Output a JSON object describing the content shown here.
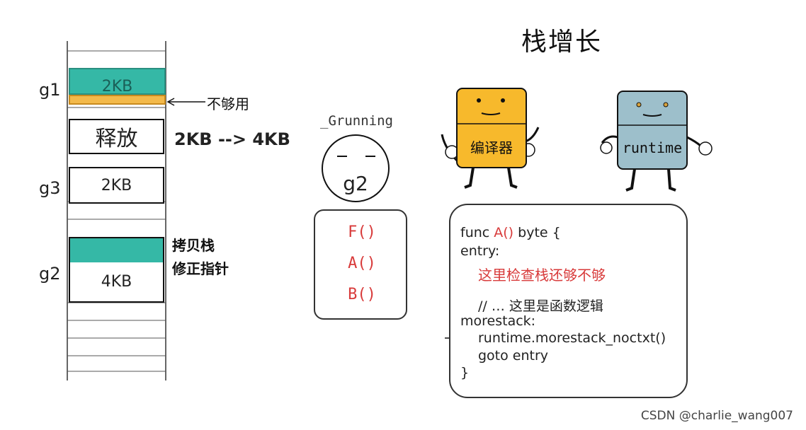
{
  "title": "栈增长",
  "stack": {
    "g1_label": "g1",
    "g1_block": "2KB",
    "insufficient_note": "不够用",
    "release_block": "释放",
    "grow_note": "2KB --> 4KB",
    "g3_label": "g3",
    "g3_block": "2KB",
    "g2_label": "g2",
    "g2_block": "4KB",
    "copy_note_line1": "拷贝栈",
    "copy_note_line2": "修正指针"
  },
  "goroutine": {
    "status": "_Grunning",
    "face_eyes": "–  –",
    "name": "g2",
    "frames": [
      "F()",
      "A()",
      "B()"
    ]
  },
  "characters": {
    "compiler_label": "编译器",
    "runtime_label": "runtime"
  },
  "code": {
    "line1_func": "func ",
    "line1_name": "A()",
    "line1_rest": " byte {",
    "line2": "entry:",
    "line3": "这里检查栈还够不够",
    "line4": "// … 这里是函数逻辑",
    "line5": "morestack:",
    "line6": "runtime.morestack_noctxt()",
    "line7": "goto entry",
    "line8": "}"
  },
  "colors": {
    "teal": "#35b8a6",
    "orange": "#f3b94a",
    "compiler_body": "#f7b92c",
    "runtime_body": "#9dbfcb",
    "red_text": "#d83a3a"
  },
  "watermark": "CSDN @charlie_wang007"
}
